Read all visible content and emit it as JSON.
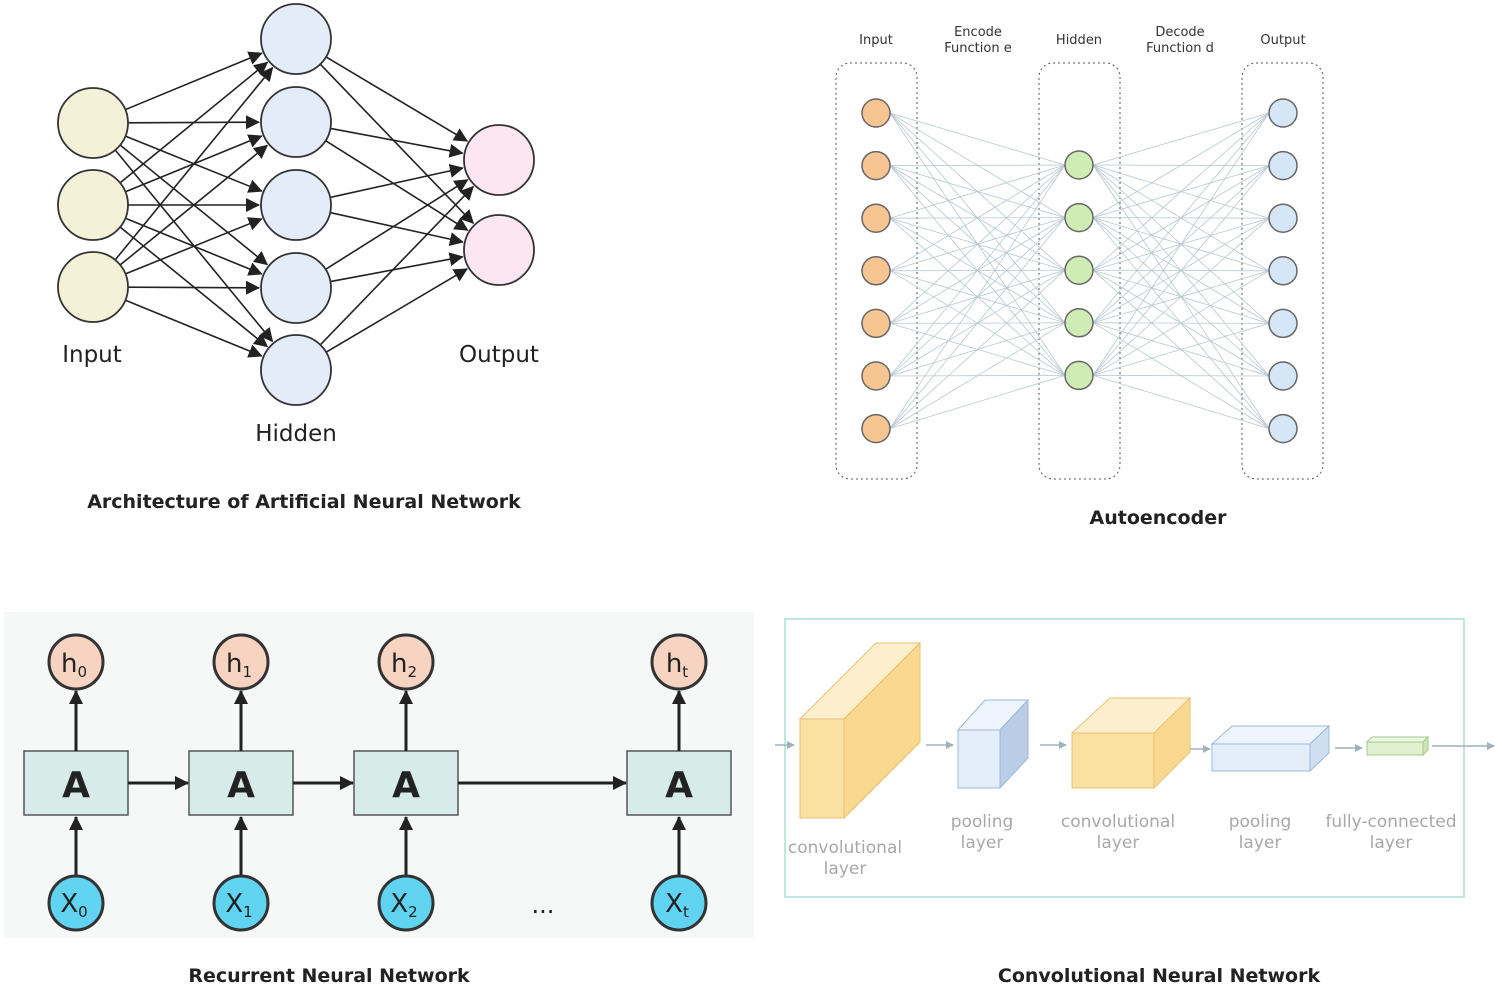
{
  "ann": {
    "caption": "Architecture of Artificial Neural Network",
    "input_label": "Input",
    "hidden_label": "Hidden",
    "output_label": "Output",
    "colors": {
      "input": "#f3f1d8",
      "hidden": "#e4ecfa",
      "output": "#fbe6f2",
      "edge": "#222222"
    },
    "input_count": 3,
    "hidden_count": 5,
    "output_count": 2
  },
  "autoencoder": {
    "caption": "Autoencoder",
    "headers": {
      "input": "Input",
      "encode_1": "Encode",
      "encode_2": "Function e",
      "hidden": "Hidden",
      "decode_1": "Decode",
      "decode_2": "Function d",
      "output": "Output"
    },
    "colors": {
      "input": "#f7c591",
      "hidden": "#cfecb5",
      "output": "#d5e7f7",
      "edge": "#b8c8d0"
    },
    "input_count": 7,
    "hidden_count": 5,
    "output_count": 7
  },
  "rnn": {
    "caption": "Recurrent Neural Network",
    "cell_label": "A",
    "ellipsis": "...",
    "outputs": [
      {
        "base": "h",
        "sub": "0"
      },
      {
        "base": "h",
        "sub": "1"
      },
      {
        "base": "h",
        "sub": "2"
      },
      {
        "base": "h",
        "sub": "t"
      }
    ],
    "inputs": [
      {
        "base": "X",
        "sub": "0"
      },
      {
        "base": "X",
        "sub": "1"
      },
      {
        "base": "X",
        "sub": "2"
      },
      {
        "base": "X",
        "sub": "t"
      }
    ],
    "colors": {
      "output": "#f7d3c2",
      "input": "#5fd3f0",
      "cell": "#d7ece9",
      "background": "#f6f7f7"
    }
  },
  "cnn": {
    "caption": "Convolutional Neural Network",
    "layers": [
      {
        "line1": "convolutional",
        "line2": "layer"
      },
      {
        "line1": "pooling",
        "line2": "layer"
      },
      {
        "line1": "convolutional",
        "line2": "layer"
      },
      {
        "line1": "pooling",
        "line2": "layer"
      },
      {
        "line1": "fully-connected",
        "line2": "layer"
      }
    ],
    "colors": {
      "conv": "#fbe0a3",
      "pool": "#dceaf8",
      "fc": "#e0f0d0",
      "frame": "#bfe6e0"
    }
  }
}
